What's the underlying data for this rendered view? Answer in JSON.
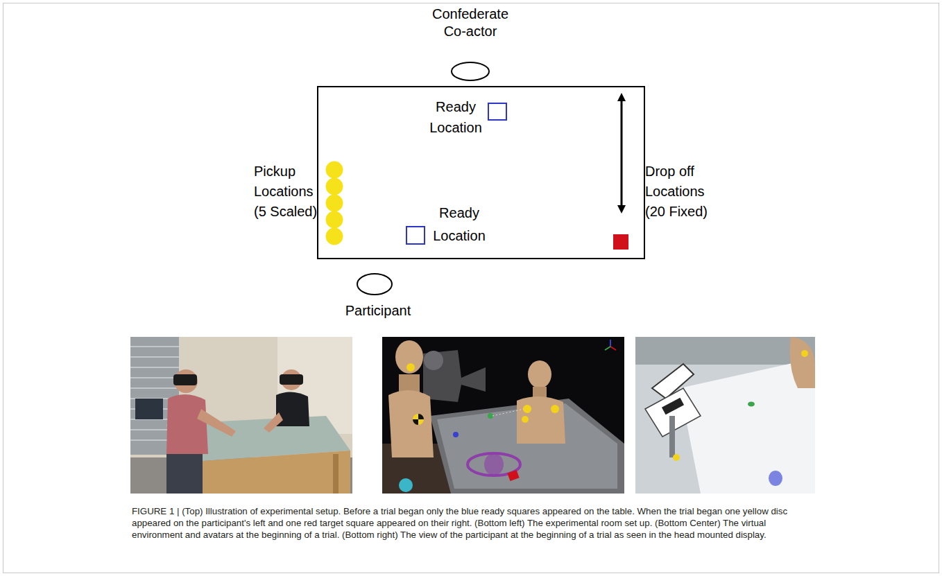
{
  "diagram": {
    "caption": "FIGURE 1 | (Top) Illustration of experimental setup. Before a trial began only the blue ready squares appeared on the table. When the trial began one yellow disc appeared on the participant's left and one red target square appeared on their right. (Bottom left) The experimental room set up. (Bottom Center) The virtual environment and avatars at the beginning of a trial. (Bottom right) The view of the participant at the beginning of a trial as seen in the head mounted display.",
    "nodes": [
      {
        "text": [
          "Ready Location",
          "Ready Location"
        ]
      }
    ],
    "labels": [
      "Confederate Co-actor",
      "Pickup Locations (5 Scaled)",
      "Drop off Locations (20 Fixed)",
      "Participant"
    ]
  }
}
